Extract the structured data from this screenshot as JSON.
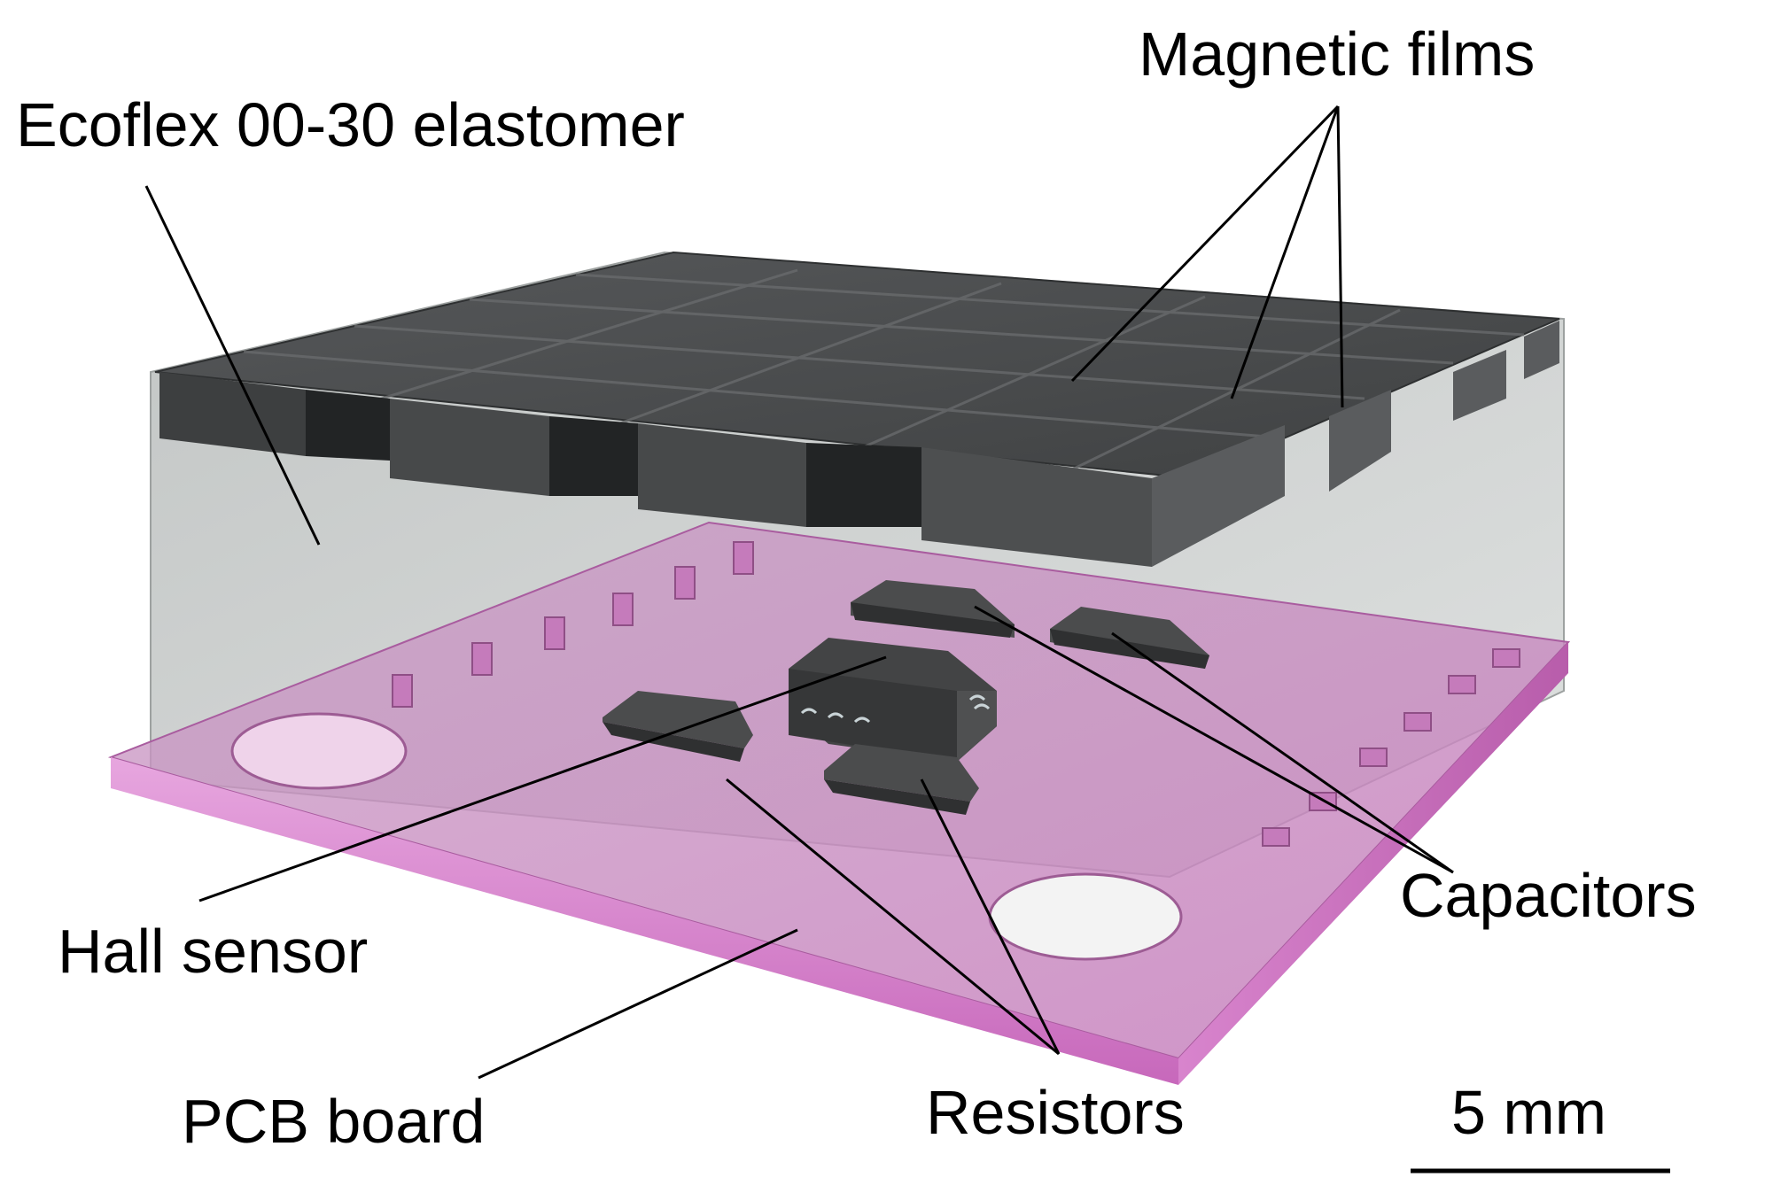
{
  "labels": {
    "magnetic_films": "Magnetic films",
    "ecoflex": "Ecoflex 00-30 elastomer",
    "capacitors": "Capacitors",
    "hall_sensor": "Hall sensor",
    "pcb_board": "PCB board",
    "resistors": "Resistors",
    "scale_bar": "5 mm"
  },
  "colors": {
    "elastomer": "#c9cdcc",
    "magnet": "#4a4b4c",
    "pcb": "#d27cc6",
    "component": "#3f4041",
    "lines": "#000000"
  }
}
